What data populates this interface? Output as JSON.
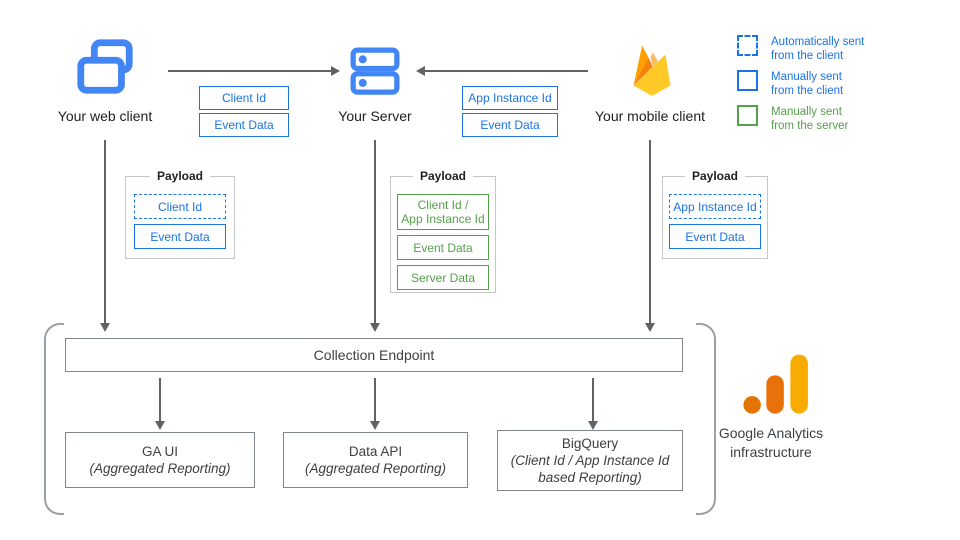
{
  "colors": {
    "blue": "#1a73e8",
    "icon_blue": "#4285f4",
    "green": "#55a04b",
    "arrow_gray": "#5f6368",
    "firebase_orange": "#FFA000",
    "firebase_dark_orange": "#F6820C",
    "firebase_amber": "#FFCA28",
    "ga_dot_orange": "#E37400",
    "ga_mid_orange": "#E8710A",
    "ga_tall_amber": "#F9AB00"
  },
  "entities": [
    {
      "id": "web",
      "label": "Your web client"
    },
    {
      "id": "server",
      "label": "Your Server"
    },
    {
      "id": "mobile",
      "label": "Your mobile client"
    }
  ],
  "arrow_labels": {
    "web_to_server": [
      "Client Id",
      "Event Data"
    ],
    "mobile_to_server": [
      "App Instance Id",
      "Event Data"
    ]
  },
  "legend": [
    {
      "style": "dashed-blue",
      "text": "Automatically sent\nfrom the client"
    },
    {
      "style": "solid-blue",
      "text": "Manually sent\nfrom the client"
    },
    {
      "style": "solid-green",
      "text": "Manually sent\nfrom the server"
    }
  ],
  "payloads": [
    {
      "title": "Payload",
      "items": [
        {
          "label": "Client Id",
          "style": "dashed-blue"
        },
        {
          "label": "Event Data",
          "style": "solid-blue"
        }
      ]
    },
    {
      "title": "Payload",
      "items": [
        {
          "label": "Client Id /\nApp Instance Id",
          "style": "solid-green"
        },
        {
          "label": "Event Data",
          "style": "solid-green"
        },
        {
          "label": "Server Data",
          "style": "solid-green"
        }
      ]
    },
    {
      "title": "Payload",
      "items": [
        {
          "label": "App Instance Id",
          "style": "dashed-blue"
        },
        {
          "label": "Event Data",
          "style": "solid-blue"
        }
      ]
    }
  ],
  "infrastructure": {
    "endpoint": "Collection Endpoint",
    "outputs": [
      {
        "title": "GA UI",
        "subtitle": "(Aggregated Reporting)"
      },
      {
        "title": "Data API",
        "subtitle": "(Aggregated Reporting)"
      },
      {
        "title": "BigQuery",
        "subtitle": "(Client Id / App Instance Id based Reporting)"
      }
    ],
    "caption": "Google Analytics\ninfrastructure"
  }
}
